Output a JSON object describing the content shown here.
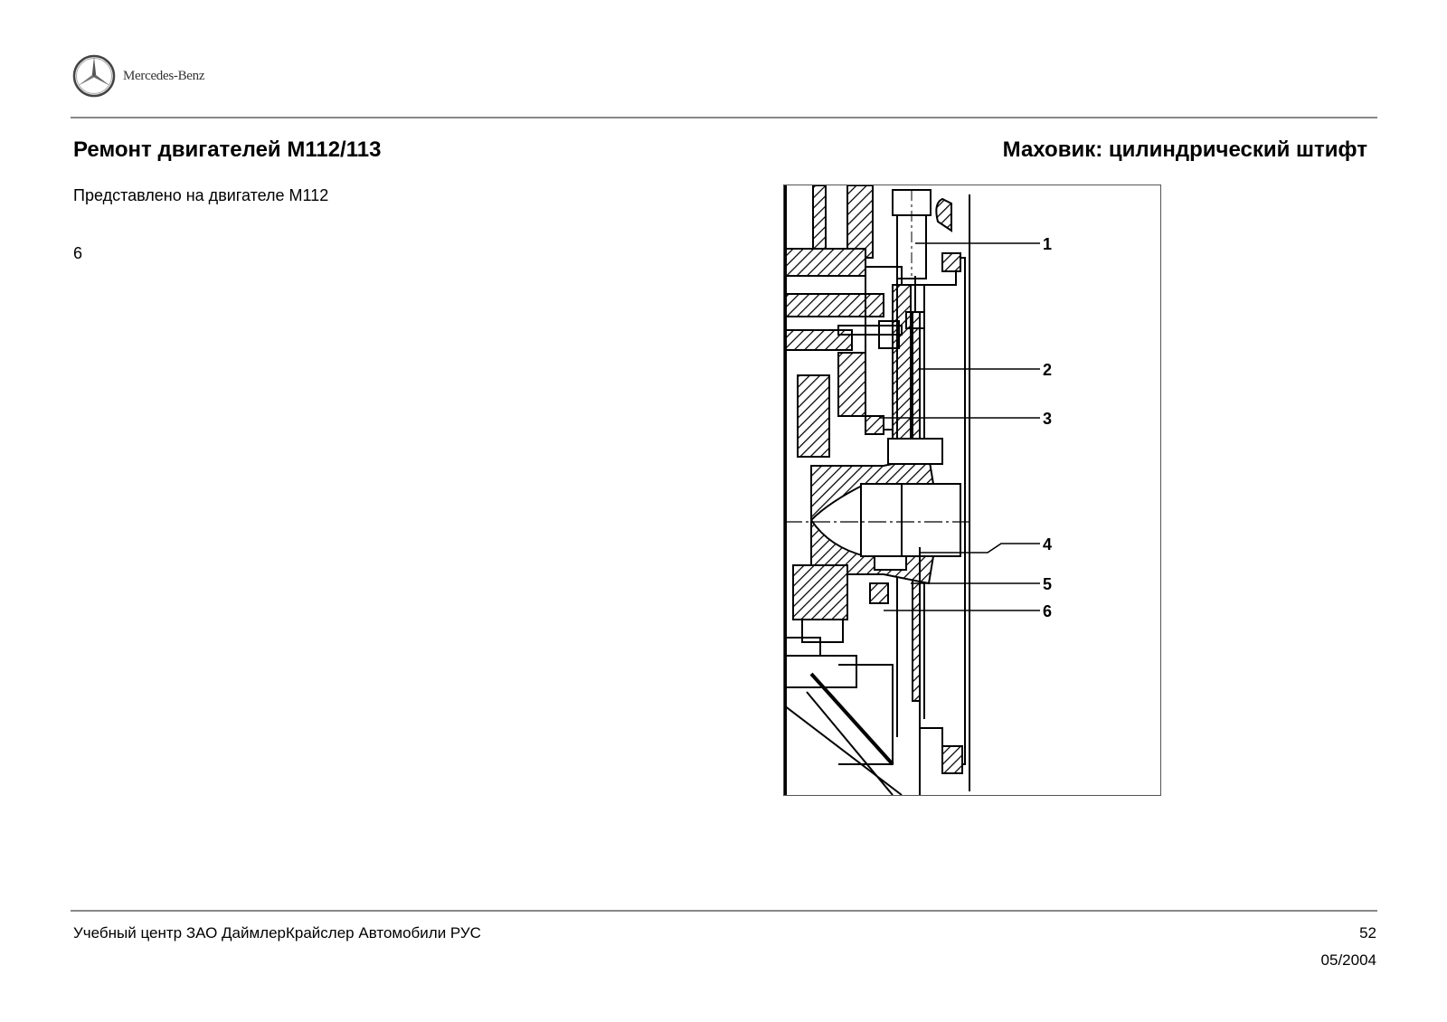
{
  "header": {
    "brand": "Mercedes-Benz",
    "title_left": "Ремонт двигателей M112/113",
    "title_right": "Маховик: цилиндрический штифт"
  },
  "content": {
    "subtitle": "Представлено на двигателе M112",
    "step_number": "6"
  },
  "figure": {
    "callouts": [
      "1",
      "2",
      "3",
      "4",
      "5",
      "6"
    ]
  },
  "footer": {
    "organization": "Учебный центр ЗАО ДаймлерКрайслер Автомобили РУС",
    "page_number": "52",
    "date": "05/2004"
  }
}
